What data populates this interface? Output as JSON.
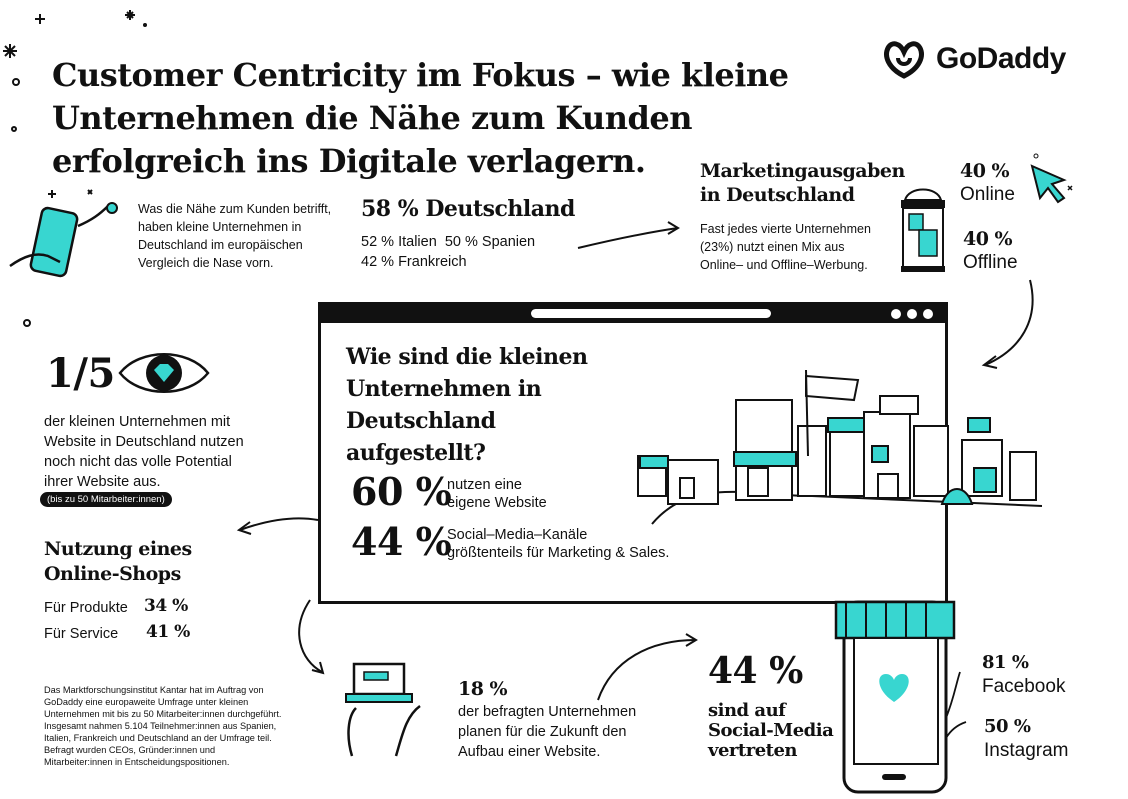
{
  "brand": {
    "name": "GoDaddy",
    "accent": "#38d6d0"
  },
  "title": "Customer Centricity im Fokus – wie kleine Unternehmen die Nähe zum Kunden erfolgreich ins Digitale verlagern.",
  "intro": {
    "text": "Was die Nähe zum Kunden betrifft, haben kleine Unternehmen in Deutschland im europäischen Vergleich die Nase vorn.",
    "headline": "58 % Deutschland",
    "line1": "52 % Italien  50 % Spanien",
    "line2": "42 % Frankreich"
  },
  "marketing": {
    "title_line1": "Marketingausgaben",
    "title_line2": "in Deutschland",
    "text": "Fast jedes vierte Unternehmen (23%) nutzt einen Mix aus Online– und Offline–Werbung.",
    "online_value": "40 %",
    "online_label": "Online",
    "offline_value": "40 %",
    "offline_label": "Offline"
  },
  "website_potential": {
    "value": "1/5",
    "text": "der kleinen Unternehmen mit Website in Deutschland nutzen noch nicht das volle Potential ihrer Website aus.",
    "badge": "(bis zu 50 Mitarbeiter:innen)"
  },
  "browser": {
    "question": "Wie sind die kleinen Unternehmen in Deutschland aufgestellt?",
    "stat1_value": "60 %",
    "stat1_text_line1": "nutzen eine",
    "stat1_text_line2": "eigene Website",
    "stat2_value": "44 %",
    "stat2_text_line1": "Social–Media–Kanäle",
    "stat2_text_line2": "größtenteils für Marketing & Sales."
  },
  "online_shops": {
    "title_line1": "Nutzung eines",
    "title_line2": "Online-Shops",
    "rows": [
      {
        "label": "Für Produkte",
        "value": "34 %"
      },
      {
        "label": "Für Service",
        "value": "41 %"
      }
    ]
  },
  "footnote": "Das Marktforschungsinstitut Kantar hat im Auftrag von GoDaddy eine europaweite Umfrage unter kleinen Unternehmen mit bis zu 50 Mitarbeiter:innen durchgeführt. Insgesamt nahmen 5.104 Teilnehmer:innen aus Spanien, Italien, Frankreich und Deutschland an der Umfrage teil. Befragt wurden CEOs, Gründer:innen und Mitarbeiter:innen in Entscheidungspositionen.",
  "future_website": {
    "value": "18 %",
    "text": "der befragten Unternehmen planen für die Zukunft den Aufbau einer Website."
  },
  "social_media": {
    "value": "44 %",
    "text_line1": "sind auf",
    "text_line2": "Social-Media",
    "text_line3": "vertreten",
    "facebook_value": "81 %",
    "facebook_label": "Facebook",
    "instagram_value": "50 %",
    "instagram_label": "Instagram"
  }
}
